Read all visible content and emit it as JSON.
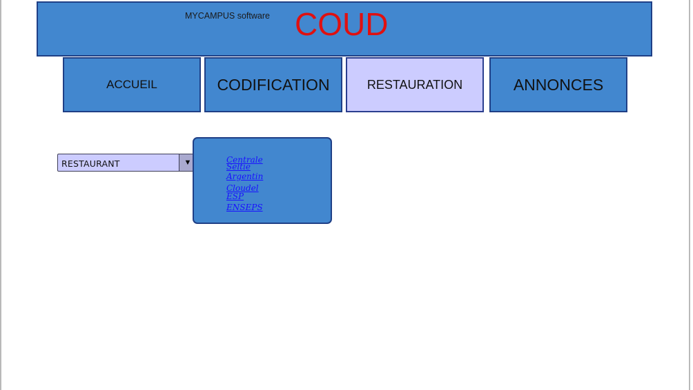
{
  "header": {
    "brand": "MYCAMPUS software",
    "title": "COUD",
    "title_color": "#e01010",
    "bg_color": "#4287cf"
  },
  "nav": {
    "items": [
      {
        "label": "ACCUEIL",
        "active": false
      },
      {
        "label": "CODIFICATION",
        "active": false
      },
      {
        "label": "RESTAURATION",
        "active": true
      },
      {
        "label": "ANNONCES",
        "active": false
      }
    ],
    "active_color": "#ccccff"
  },
  "restaurant_select": {
    "value": "RESTAURANT",
    "arrow_icon": "triangle-down-icon",
    "arrow_glyph": "▼"
  },
  "restaurant_list": {
    "links": [
      "Centrale",
      "Seltie",
      "Argentin",
      "Cloudel",
      "ESP",
      "ENSEPS"
    ],
    "link_color": "#1a10ff"
  }
}
